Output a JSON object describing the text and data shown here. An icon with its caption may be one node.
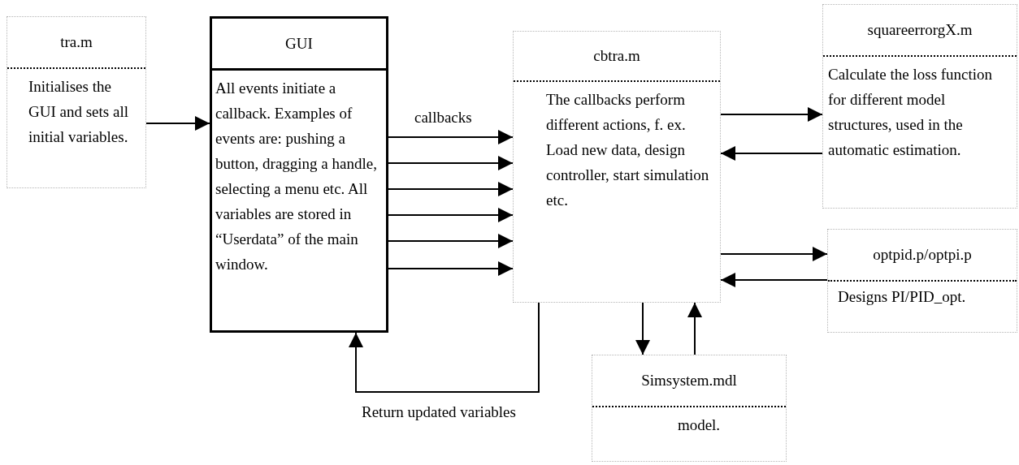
{
  "diagram": {
    "nodes": [
      {
        "text": [
          "tra.m",
          "Initialises the GUI and sets all initial variables."
        ]
      },
      {
        "text": [
          "GUI",
          "All events initiate a callback. Examples of events are: pushing a button, dragging a handle, selecting a menu etc. All variables are stored in “Userdata” of the main window."
        ]
      },
      {
        "text": [
          "cbtra.m",
          "The callbacks perform different actions, f. ex. Load new data, design controller, start simulation etc."
        ]
      },
      {
        "text": [
          "squareerrorgX.m",
          "Calculate the loss function for different model structures, used in the automatic estimation."
        ]
      },
      {
        "text": [
          "optpid.p/optpi.p",
          "Designs PI/PID_opt."
        ]
      },
      {
        "text": [
          "Simsystem.mdl",
          "model."
        ]
      }
    ],
    "edges": [
      {
        "from": 0,
        "to": 1,
        "arrow": "to"
      },
      {
        "from": 1,
        "to": 2,
        "arrow": "to",
        "label": "callbacks"
      },
      {
        "from": 1,
        "to": 2,
        "arrow": "to"
      },
      {
        "from": 1,
        "to": 2,
        "arrow": "to"
      },
      {
        "from": 1,
        "to": 2,
        "arrow": "to"
      },
      {
        "from": 1,
        "to": 2,
        "arrow": "to"
      },
      {
        "from": 1,
        "to": 2,
        "arrow": "to"
      },
      {
        "from": 2,
        "to": 3,
        "arrow": "to"
      },
      {
        "from": 3,
        "to": 2,
        "arrow": "to"
      },
      {
        "from": 2,
        "to": 4,
        "arrow": "to"
      },
      {
        "from": 4,
        "to": 2,
        "arrow": "to"
      },
      {
        "from": 2,
        "to": 5,
        "arrow": "to"
      },
      {
        "from": 5,
        "to": 2,
        "arrow": "to"
      },
      {
        "from": 2,
        "to": 1,
        "arrow": "to",
        "label": "Return updated variables"
      }
    ]
  }
}
